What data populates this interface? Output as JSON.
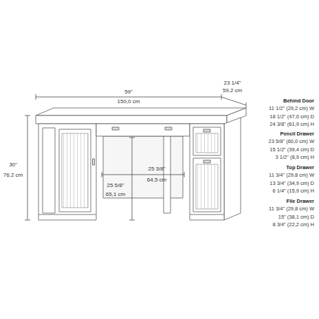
{
  "diagram": {
    "labels": [
      "59\"",
      "150,0 cm",
      "23 1/4\"",
      "59,2 cm",
      "30\"",
      "76,2 cm",
      "25 3/8\"",
      "64,5 cm",
      "25 5/8\"",
      "65,1 cm",
      "Behind Door",
      "11 1/2\" (29,2 cm) W",
      "18 1/2\" (47,0 cm) D",
      "24 3/8\" (61,9 cm) H",
      "Pencil Drawer",
      "23 5/8\" (60,0 cm) W",
      "15 1/2\" (39,4 cm) D",
      "3 1/2\" (8,9 cm) H",
      "Top Drawer",
      "11 3/4\" (29,8 cm) W",
      "13 3/4\" (34,9 cm) D",
      "6 1/4\" (15,9 cm) H",
      "File Drawer",
      "11 3/4\" (29,8 cm) W",
      "15\" (38,1 cm) D",
      "8 3/4\" (22,2 cm) H"
    ]
  }
}
